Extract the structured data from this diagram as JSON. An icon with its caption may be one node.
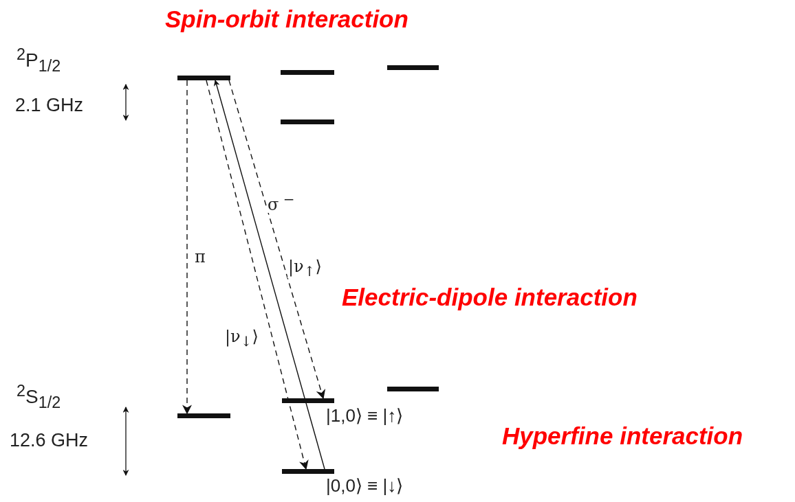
{
  "diagram": {
    "nodes": [
      {
        "text": [],
        "shape": "bar"
      },
      {
        "text": [],
        "shape": "bar"
      },
      {
        "text": [],
        "shape": "bar"
      },
      {
        "text": [],
        "shape": "bar"
      },
      {
        "text": [],
        "shape": "bar"
      },
      {
        "text": [],
        "shape": "bar",
        "beside": [
          "|1,0⟩ ≡ |↑⟩"
        ]
      },
      {
        "text": [],
        "shape": "bar"
      },
      {
        "text": [],
        "shape": "bar",
        "beside": [
          "|0,0⟩ ≡ |↓⟩"
        ]
      }
    ],
    "edges": [
      {
        "from": 0,
        "to": 4,
        "arrow": "to",
        "style": "dashed",
        "label": "π"
      },
      {
        "from": 7,
        "to": 0,
        "arrow": "to",
        "label": "σ$^{ −}$"
      },
      {
        "from": 0,
        "to": 5,
        "arrow": "to",
        "style": "dashed",
        "label": "|ν$_{↑}$⟩"
      },
      {
        "from": 0,
        "to": 7,
        "arrow": "to",
        "style": "dashed",
        "label": "|ν$_{↓}$⟩"
      }
    ],
    "labels": [
      "Spin-orbit interaction",
      "$^{2}$P$_{1/2}$",
      "2.1 GHz",
      "Electric-dipole interaction",
      "$^{2}$S$_{1/2}$",
      "12.6 GHz",
      "Hyperfine interaction"
    ]
  }
}
